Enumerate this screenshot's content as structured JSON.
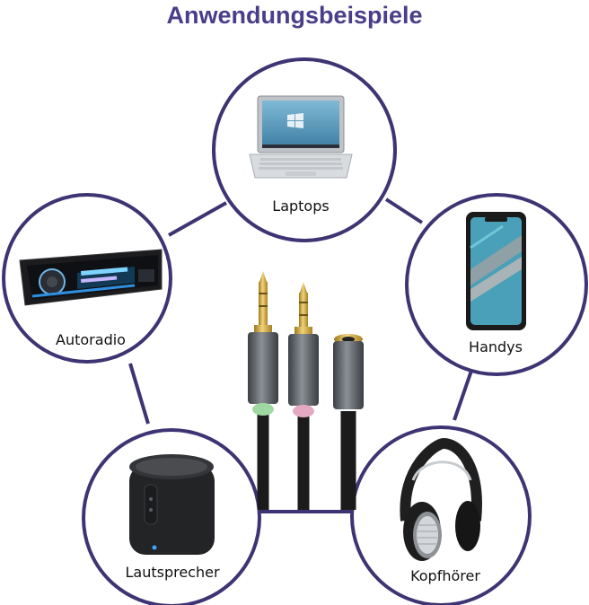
{
  "title": "Anwendungsbeispiele",
  "devices": {
    "laptops": "Laptops",
    "autoradio": "Autoradio",
    "handys": "Handys",
    "lautsprecher": "Lautsprecher",
    "kopfhoerer": "Kopfhörer"
  },
  "colors": {
    "ring": "#3f3473",
    "title": "#4a3d8a",
    "gold": "#c9a33a",
    "housing": "#555a5e",
    "cable": "#1b1b1b",
    "green_ring": "#9fd8a2",
    "pink_ring": "#e4a9c2"
  }
}
